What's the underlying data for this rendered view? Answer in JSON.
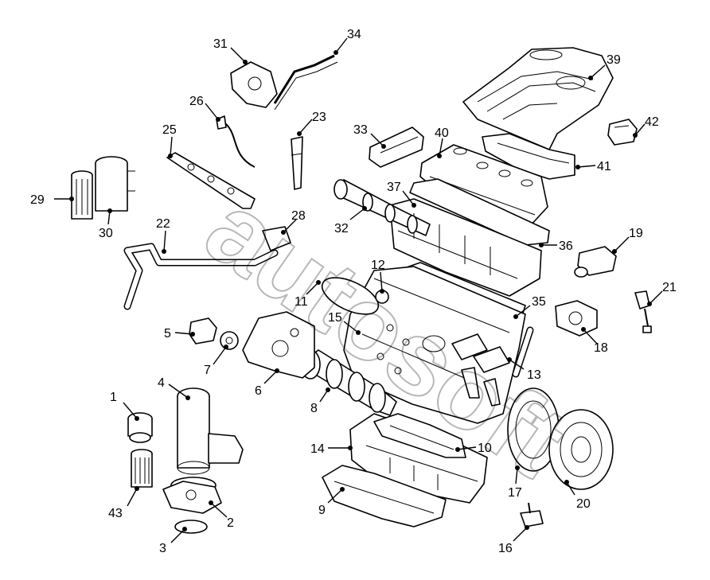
{
  "diagram": {
    "watermark": "autosoft",
    "callouts": [
      {
        "id": "1",
        "label": "1"
      },
      {
        "id": "2",
        "label": "2"
      },
      {
        "id": "3",
        "label": "3"
      },
      {
        "id": "4",
        "label": "4"
      },
      {
        "id": "5",
        "label": "5"
      },
      {
        "id": "6",
        "label": "6"
      },
      {
        "id": "7",
        "label": "7"
      },
      {
        "id": "8",
        "label": "8"
      },
      {
        "id": "9",
        "label": "9"
      },
      {
        "id": "10",
        "label": "10"
      },
      {
        "id": "11",
        "label": "11"
      },
      {
        "id": "12",
        "label": "12"
      },
      {
        "id": "13",
        "label": "13"
      },
      {
        "id": "14",
        "label": "14"
      },
      {
        "id": "15",
        "label": "15"
      },
      {
        "id": "16",
        "label": "16"
      },
      {
        "id": "17",
        "label": "17"
      },
      {
        "id": "18",
        "label": "18"
      },
      {
        "id": "19",
        "label": "19"
      },
      {
        "id": "20",
        "label": "20"
      },
      {
        "id": "21",
        "label": "21"
      },
      {
        "id": "22",
        "label": "22"
      },
      {
        "id": "23",
        "label": "23"
      },
      {
        "id": "25",
        "label": "25"
      },
      {
        "id": "26",
        "label": "26"
      },
      {
        "id": "28",
        "label": "28"
      },
      {
        "id": "29",
        "label": "29"
      },
      {
        "id": "30",
        "label": "30"
      },
      {
        "id": "31",
        "label": "31"
      },
      {
        "id": "32",
        "label": "32"
      },
      {
        "id": "33",
        "label": "33"
      },
      {
        "id": "34",
        "label": "34"
      },
      {
        "id": "35",
        "label": "35"
      },
      {
        "id": "36",
        "label": "36"
      },
      {
        "id": "37",
        "label": "37"
      },
      {
        "id": "39",
        "label": "39"
      },
      {
        "id": "40",
        "label": "40"
      },
      {
        "id": "41",
        "label": "41"
      },
      {
        "id": "42",
        "label": "42"
      },
      {
        "id": "43",
        "label": "43"
      }
    ]
  }
}
